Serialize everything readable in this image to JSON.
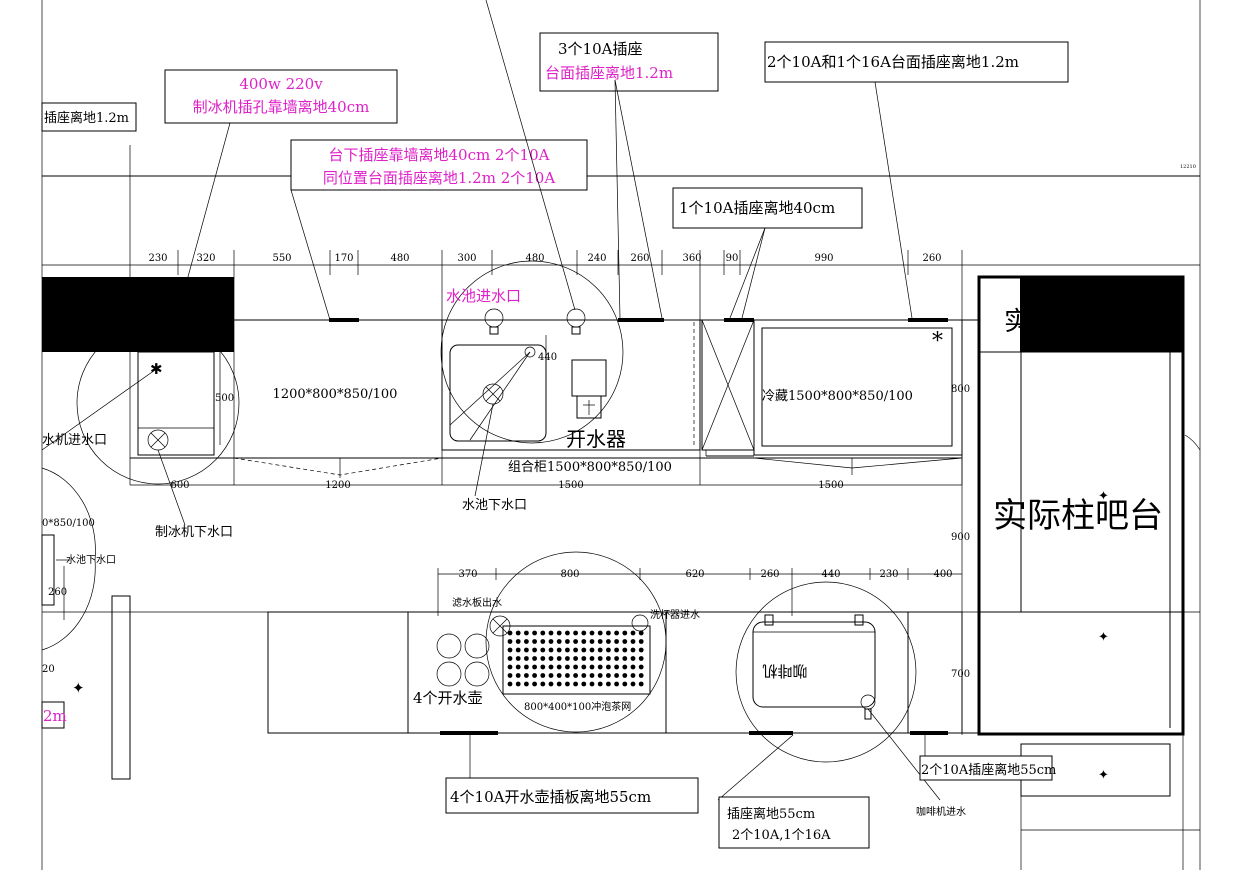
{
  "colors": {
    "line": "#000000",
    "callout_magenta": "#e020c8",
    "background": "#ffffff"
  },
  "callouts": {
    "left_partial": "插座离地1.2m",
    "ice_power_1": "400w  220v",
    "ice_power_2": "制冰机插孔靠墙离地40cm",
    "under_counter_1": "台下插座靠墙离地40cm 2个10A",
    "under_counter_2": "同位置台面插座离地1.2m 2个10A",
    "three_socket_1": "3个10A插座",
    "three_socket_2": "台面插座离地1.2m",
    "right_sockets": "2个10A和1个16A台面插座离地1.2m",
    "one_socket": "1个10A插座离地40cm",
    "kettle_sockets": "4个10A开水壶插板离地55cm",
    "socket55_1": "插座离地55cm",
    "socket55_2": "2个10A,1个16A",
    "coffee_sockets": "2个10A插座离地55cm",
    "left_bottom_partial": "2m",
    "tiny_code": "12210"
  },
  "labels": {
    "sink_inlet": "水池进水口",
    "cabinet_1200": "1200*800*850/100",
    "water_boiler": "开水器",
    "fridge": "冷藏1500*800*850/100",
    "combo_cabinet": "组合柜1500*800*850/100",
    "sink_drain": "水池下水口",
    "ice_inlet": "水机进水口",
    "ice_drain": "制冰机下水口",
    "left_cabinet_partial": "0*850/100",
    "left_sink_drain": "水池下水口",
    "bar_counter": "实际柱吧台",
    "bar_partial": "实",
    "drain_board": "滤水板出水",
    "cup_washer": "洗杯器进水",
    "kettles": "4个开水壶",
    "tea_station": "800*400*100冲泡茶网",
    "coffee_machine": "咖啡机",
    "coffee_inlet": "咖啡机进水"
  },
  "dimensions": {
    "top": [
      "230",
      "320",
      "550",
      "170",
      "480",
      "300",
      "480",
      "240",
      "260",
      "360",
      "90",
      "990",
      "260"
    ],
    "mid": [
      "600",
      "1200",
      "1500",
      "1500"
    ],
    "side_440": "440",
    "side_500": "500",
    "side_800": "800",
    "side_900": "900",
    "side_700": "700",
    "side_260": "260",
    "side_20": "20",
    "lower": [
      "370",
      "800",
      "620",
      "260",
      "440",
      "230",
      "400"
    ]
  }
}
